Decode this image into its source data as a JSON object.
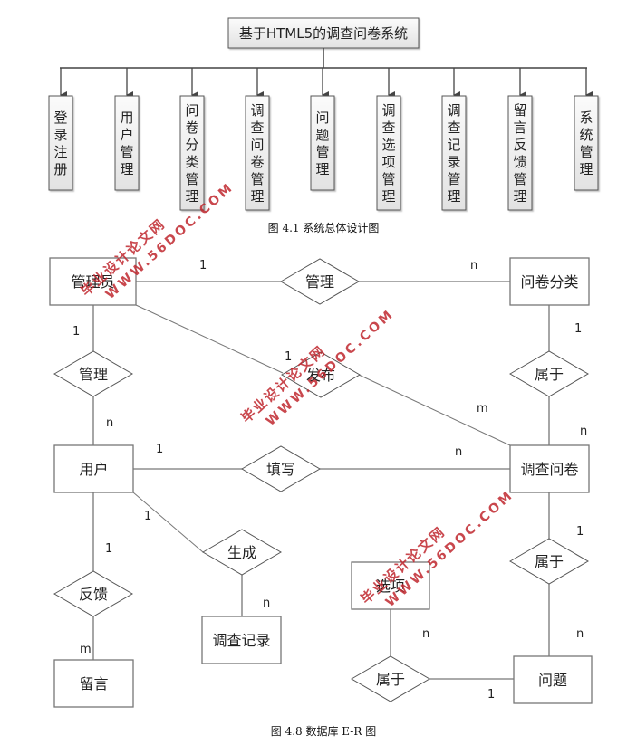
{
  "figure1": {
    "root": "基于HTML5的调查问卷系统",
    "modules": [
      "登录注册",
      "用户管理",
      "问卷分类管理",
      "调查问卷管理",
      "问题管理",
      "调查选项管理",
      "调查记录管理",
      "留言反馈管理",
      "系统管理"
    ],
    "caption": "图 4.1    系统总体设计图"
  },
  "figure2": {
    "entities": {
      "admin": "管理员",
      "category": "问卷分类",
      "user": "用户",
      "survey": "调查问卷",
      "record": "调查记录",
      "message": "留言",
      "option": "选项",
      "question": "问题"
    },
    "relations": {
      "manage_category": "管理",
      "manage_user": "管理",
      "publish": "发布",
      "belongs_category": "属于",
      "fill": "填写",
      "generate": "生成",
      "feedback": "反馈",
      "belongs_survey": "属于",
      "belongs_question": "属于"
    },
    "cardinalities": {
      "admin_manage_category": "1",
      "category_manage": "n",
      "admin_manage_user": "1",
      "user_manage": "n",
      "admin_publish": "1",
      "survey_publish": "m",
      "category_belongs": "1",
      "survey_belongs_category": "n",
      "user_fill": "1",
      "survey_fill": "n",
      "user_generate": "1",
      "record_generate": "n",
      "user_feedback": "1",
      "message_feedback": "m",
      "survey_belongs": "1",
      "question_belongs_survey": "n",
      "option_belongs": "n",
      "question_belongs": "1"
    },
    "caption": "图 4.8  数据库 E-R 图"
  },
  "watermarks": [
    "毕业设计论文网",
    "WWW.56DOC.COM"
  ],
  "colors": {
    "line": "#666666",
    "box_fill_top": "#f7f7f7",
    "box_fill_bottom": "#e3e3e3",
    "watermark": "#c0282f"
  }
}
